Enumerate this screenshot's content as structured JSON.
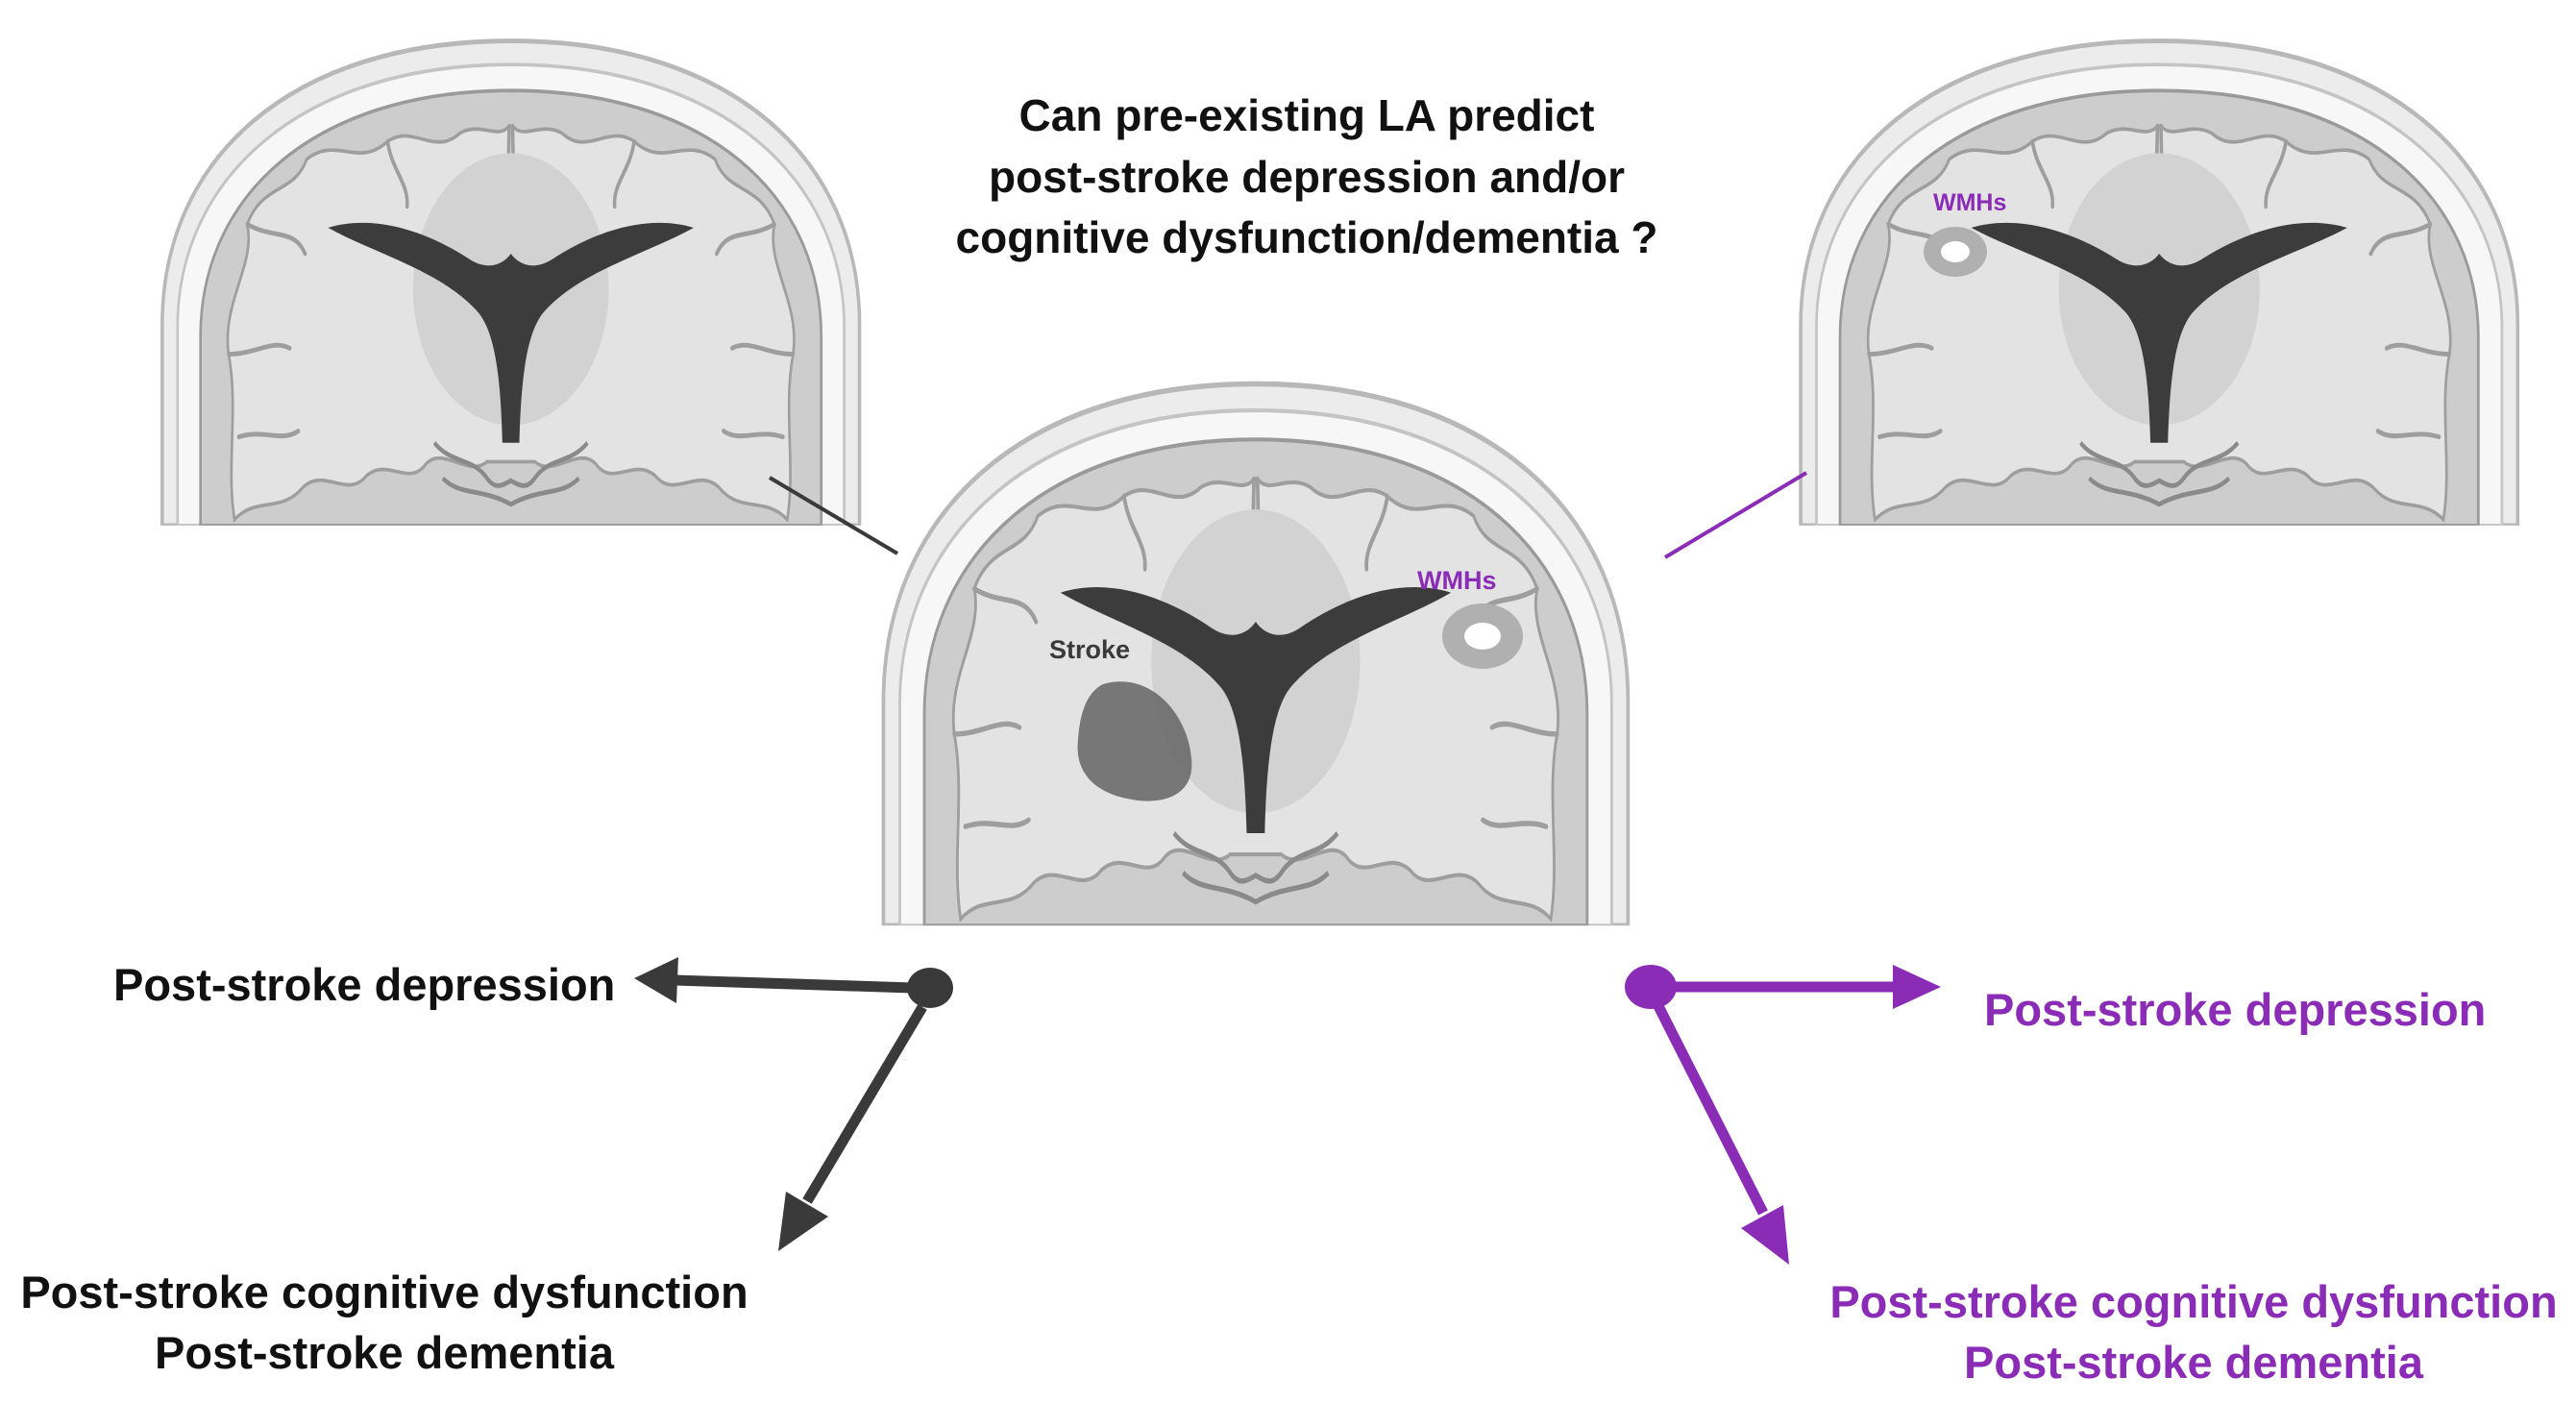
{
  "question": {
    "line1": "Can pre-existing LA predict",
    "line2": "post-stroke depression and/or",
    "line3": "cognitive dysfunction/dementia ?"
  },
  "labels": {
    "stroke": "Stroke",
    "wmhs_center": "WMHs",
    "wmhs_right": "WMHs"
  },
  "left_outcomes": {
    "depression": "Post-stroke depression",
    "cognitive_line1": "Post-stroke cognitive dysfunction",
    "cognitive_line2": "Post-stroke dementia"
  },
  "right_outcomes": {
    "depression": "Post-stroke depression",
    "cognitive_line1": "Post-stroke cognitive dysfunction",
    "cognitive_line2": "Post-stroke dementia"
  },
  "colors": {
    "dark": "#3a3a3a",
    "purple": "#8a2cb5",
    "brain_tissue": "#cfcfcf",
    "white_matter": "#e2e2e2",
    "ventricle": "#3c3c3c",
    "stroke_lesion": "#6a6a6a"
  }
}
